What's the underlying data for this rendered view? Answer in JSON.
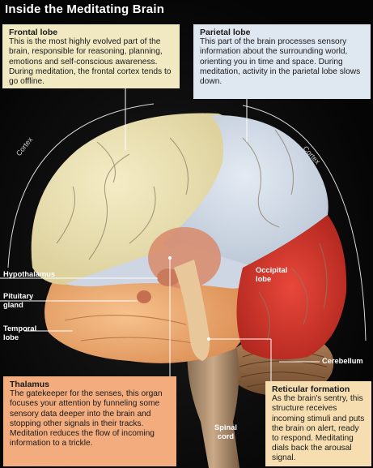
{
  "title": "Inside the Meditating Brain",
  "boxes": {
    "frontal": {
      "heading": "Frontal lobe",
      "text": "This is the most highly evolved part of the brain, responsible for reasoning, planning, emotions and self-conscious awareness. During meditation, the frontal cortex tends to go offline."
    },
    "parietal": {
      "heading": "Parietal lobe",
      "text": "This part of the brain processes sensory information about the surrounding world, orienting you in time and space. During meditation, activity in the parietal lobe slows down."
    },
    "thalamus": {
      "heading": "Thalamus",
      "text": "The gatekeeper for the senses, this organ focuses your attention by funneling some sensory data deeper into the brain and stopping other signals in their tracks. Meditation reduces the flow of incoming information to a trickle."
    },
    "reticular": {
      "heading": "Reticular formation",
      "text": "As the brain's sentry, this structure receives incoming stimuli and puts the brain on alert, ready to respond. Meditating dials back the arousal signal."
    }
  },
  "labels": {
    "cortex_left": "Cortex",
    "cortex_right": "Cortex",
    "hypothalamus": "Hypothalamus",
    "pituitary": "Pituitary gland",
    "temporal": "Temporal lobe",
    "occipital": "Occipital lobe",
    "cerebellum": "Cerebellum",
    "spinal": "Spinal cord"
  },
  "colors": {
    "frontal": "#f1e9c2",
    "parietal": "#dfe7f1",
    "thalamus": "#f2ac7e",
    "reticular": "#f6deb0",
    "temporal": "#f2b07a",
    "occipital": "#d9362a"
  }
}
